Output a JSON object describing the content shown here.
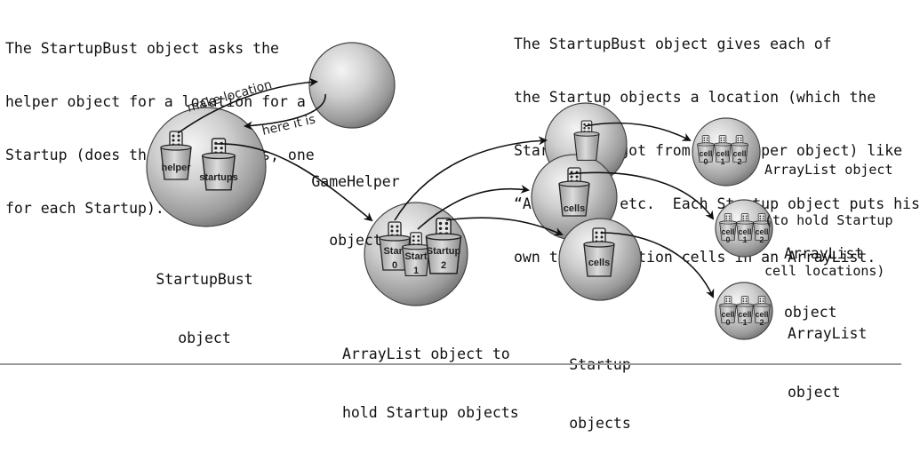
{
  "annotations": {
    "left_note": [
      "The StartupBust object asks the",
      "helper object for a location for a",
      "Startup (does this three times, one",
      "for each Startup)."
    ],
    "right_note": [
      "The StartupBust object gives each of",
      "the Startup objects a location (which the",
      "StartupBust got from the helper object) like",
      "“A2,” “B2,” etc.  Each Startup object puts his",
      "own three location cells in an ArrayList."
    ]
  },
  "arrows": {
    "make_location": "make location",
    "here_it_is": "here it is"
  },
  "objects": {
    "game_helper": [
      "GameHelper",
      "object"
    ],
    "startup_bust": [
      "StartupBust",
      "object"
    ],
    "arraylist_startups": [
      "ArrayList object to",
      "hold Startup objects"
    ],
    "startups": [
      "Startup",
      "objects"
    ],
    "arraylist_1": [
      "ArrayList object",
      "(to hold Startup",
      "cell locations)"
    ],
    "arraylist_2": [
      "ArrayList",
      "object"
    ],
    "arraylist_3": [
      "ArrayList",
      "object"
    ]
  },
  "cup_labels": {
    "helper": "helper",
    "startups": "startups",
    "startup_0": [
      "Start",
      "0"
    ],
    "startup_1": [
      "Start",
      "1"
    ],
    "startup_2": [
      "Startup",
      "2"
    ],
    "cells": "cells",
    "cell_0": [
      "cell",
      "0"
    ],
    "cell_1": [
      "cell",
      "1"
    ],
    "cell_2": [
      "cell",
      "2"
    ]
  }
}
